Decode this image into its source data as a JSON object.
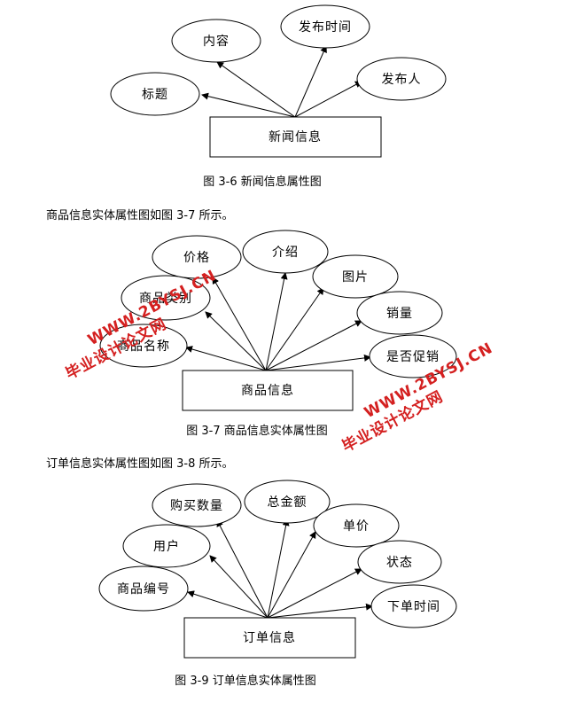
{
  "diagrams": [
    {
      "entity": "新闻信息",
      "caption": "图 3-6 新闻信息属性图",
      "attributes": [
        "标题",
        "内容",
        "发布时间",
        "发布人"
      ]
    },
    {
      "intro": "商品信息实体属性图如图 3-7 所示。",
      "entity": "商品信息",
      "caption": "图 3-7 商品信息实体属性图",
      "attributes": [
        "商品名称",
        "商品类别",
        "价格",
        "介绍",
        "图片",
        "销量",
        "是否促销"
      ]
    },
    {
      "intro": "订单信息实体属性图如图 3-8 所示。",
      "entity": "订单信息",
      "caption": "图 3-9 订单信息实体属性图",
      "attributes": [
        "商品编号",
        "用户",
        "购买数量",
        "总金额",
        "单价",
        "状态",
        "下单时间"
      ]
    }
  ],
  "watermark": {
    "cn": "毕业设计论文网",
    "url": "WWW.2BYSJ.CN",
    "color": "#d42020"
  }
}
